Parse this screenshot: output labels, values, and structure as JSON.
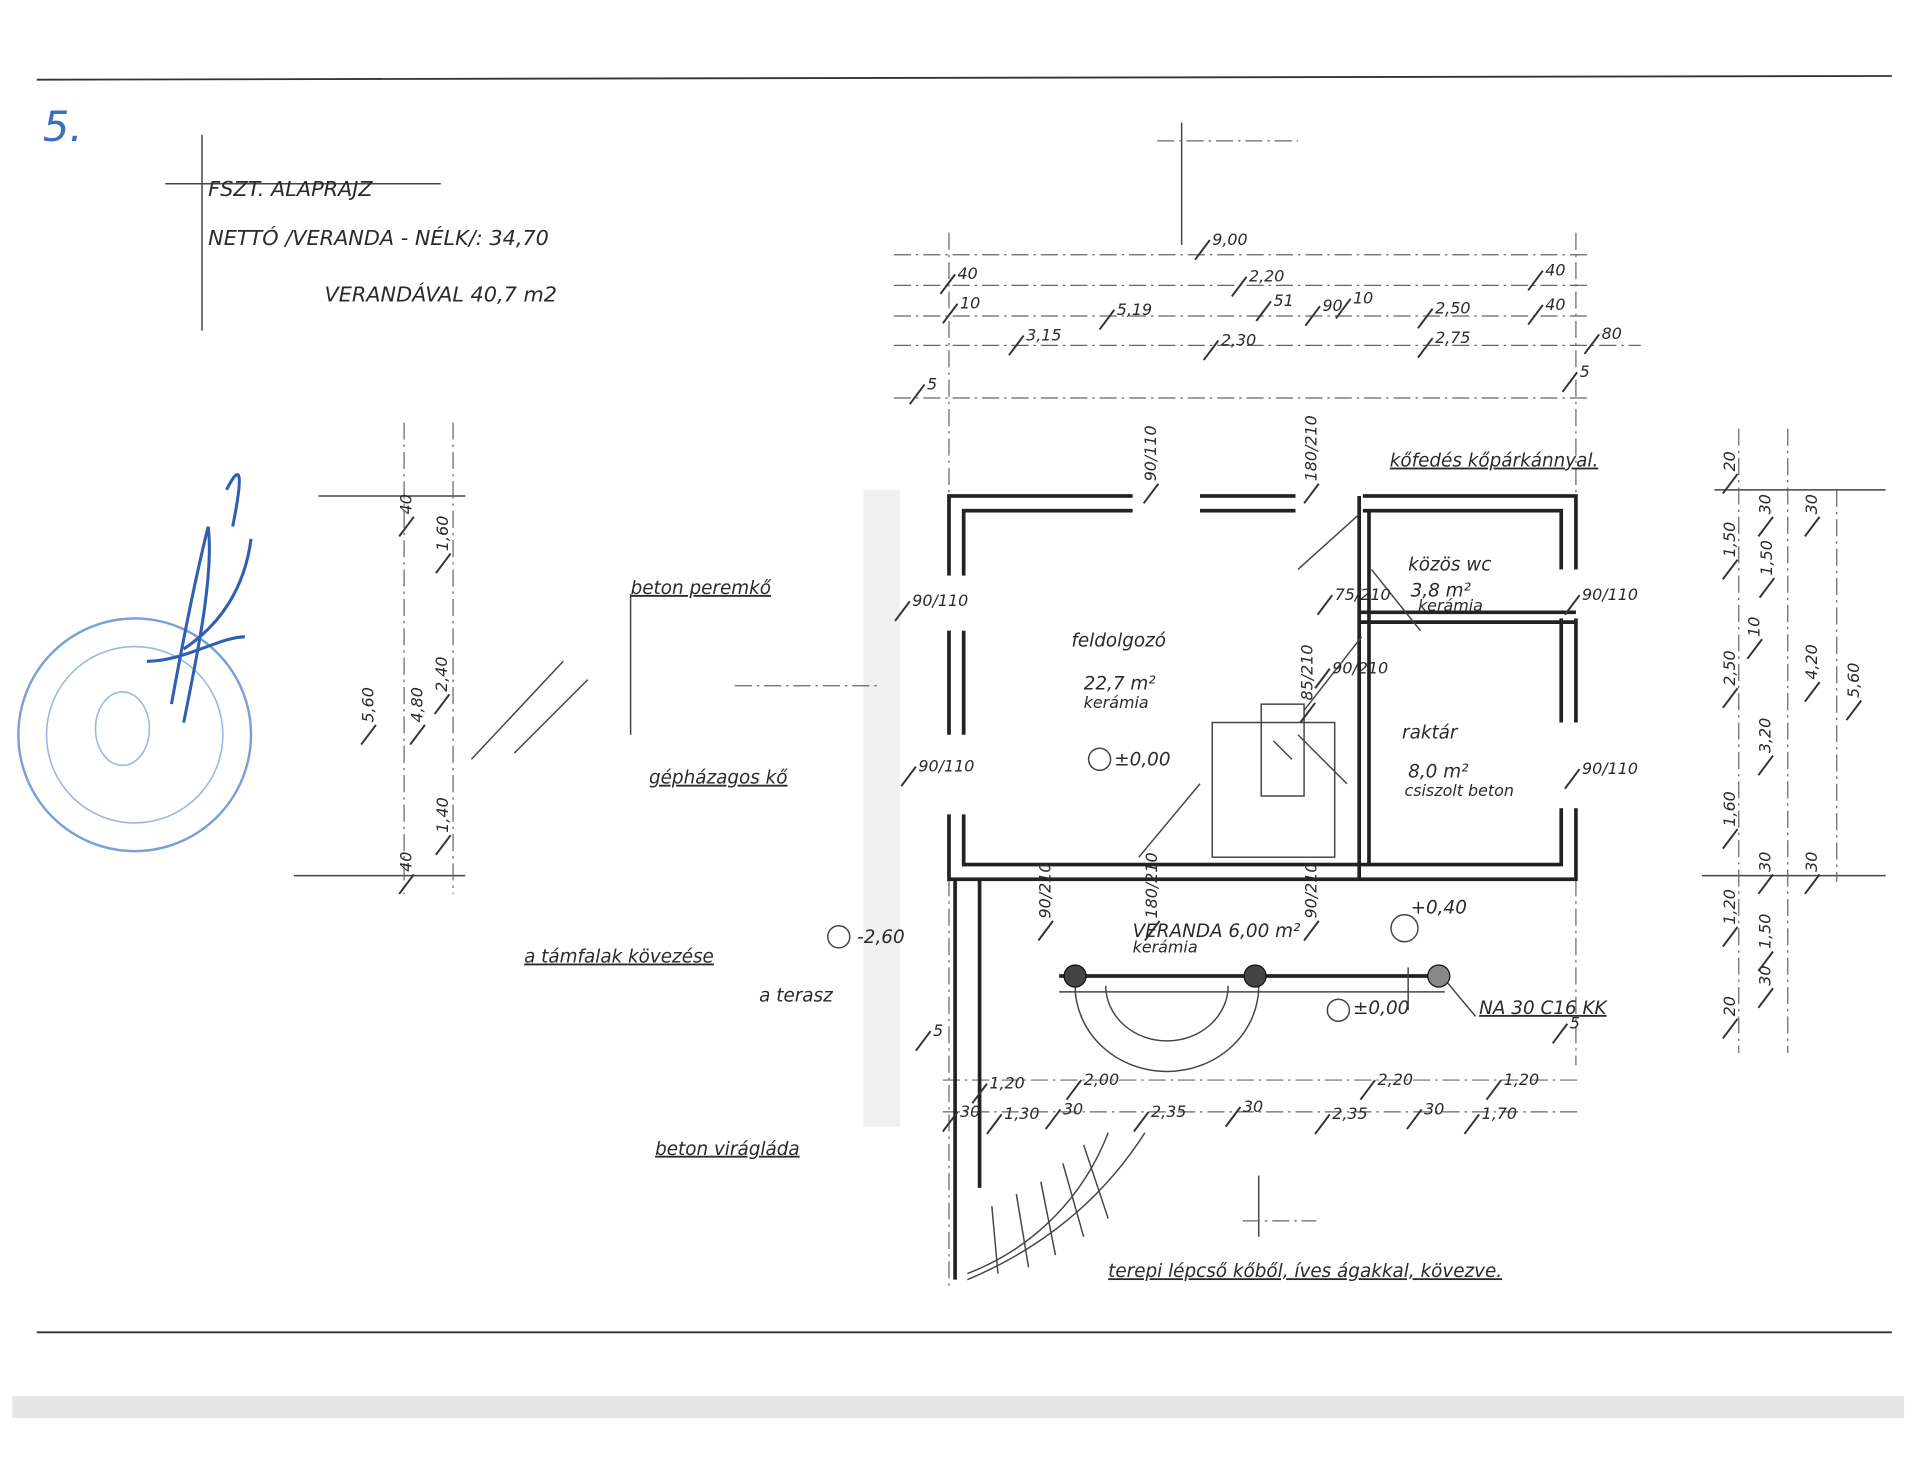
{
  "page_number": "5.",
  "title": {
    "line1": "FSZT. ALAPRAJZ",
    "line2": "NETTÓ /VERANDA - NÉLK/: 34,70",
    "line3": "VERANDÁVAL 40,7 m2"
  },
  "rooms": {
    "main": {
      "name": "feldolgozó",
      "area": "22,7 m²",
      "floor": "kerámia",
      "level": "±0,00"
    },
    "wc": {
      "name": "közös wc",
      "area": "3,8 m²",
      "floor": "kerámia"
    },
    "storage": {
      "name": "raktár",
      "area": "8,0 m²",
      "floor": "csiszolt beton"
    },
    "veranda": {
      "name": "VERANDA 6,00 m²",
      "floor": "kerámia",
      "level": "+0,40"
    }
  },
  "notes": {
    "roof": "kőfedés kőpárkánnyal.",
    "beton": "beton peremkő",
    "stone": "gépházagos kő",
    "retaining": "a támfalak kövezése",
    "terrace": "a terasz",
    "terrace_level": "-2,60",
    "zero_level": "±0,00",
    "steel": "NA 30 C16 KK",
    "planter": "beton virágláda",
    "stairs": "terepi lépcső kőből, íves ágakkal, kövezve."
  },
  "dimensions": {
    "top": [
      "9,00",
      "2,20",
      "5,19",
      "3,15",
      "2,30",
      "51",
      "90",
      "10",
      "2,50",
      "2,75",
      "40",
      "40",
      "80",
      "5",
      "40",
      "10",
      "5"
    ],
    "left": [
      "5,60",
      "4,80",
      "2,40",
      "1,60",
      "1,40",
      "40",
      "40"
    ],
    "right": [
      "20",
      "1,50",
      "2,50",
      "1,60",
      "1,20",
      "20",
      "30",
      "1,50",
      "10",
      "3,20",
      "30",
      "1,50",
      "30",
      "30",
      "4,20",
      "30",
      "5,60"
    ],
    "openings": [
      "90/110",
      "180/210",
      "90/110",
      "90/110",
      "75/210",
      "90/110",
      "90/210",
      "85/210",
      "90/110",
      "90/210",
      "180/210",
      "90/210"
    ],
    "bottom": [
      "1,20",
      "2,00",
      "2,20",
      "1,20",
      "30",
      "1,30",
      "30",
      "2,35",
      "30",
      "2,35",
      "30",
      "1,70",
      "5",
      "5"
    ]
  },
  "colors": {
    "ink": "#222222",
    "stamp": "#3a6fc2"
  }
}
